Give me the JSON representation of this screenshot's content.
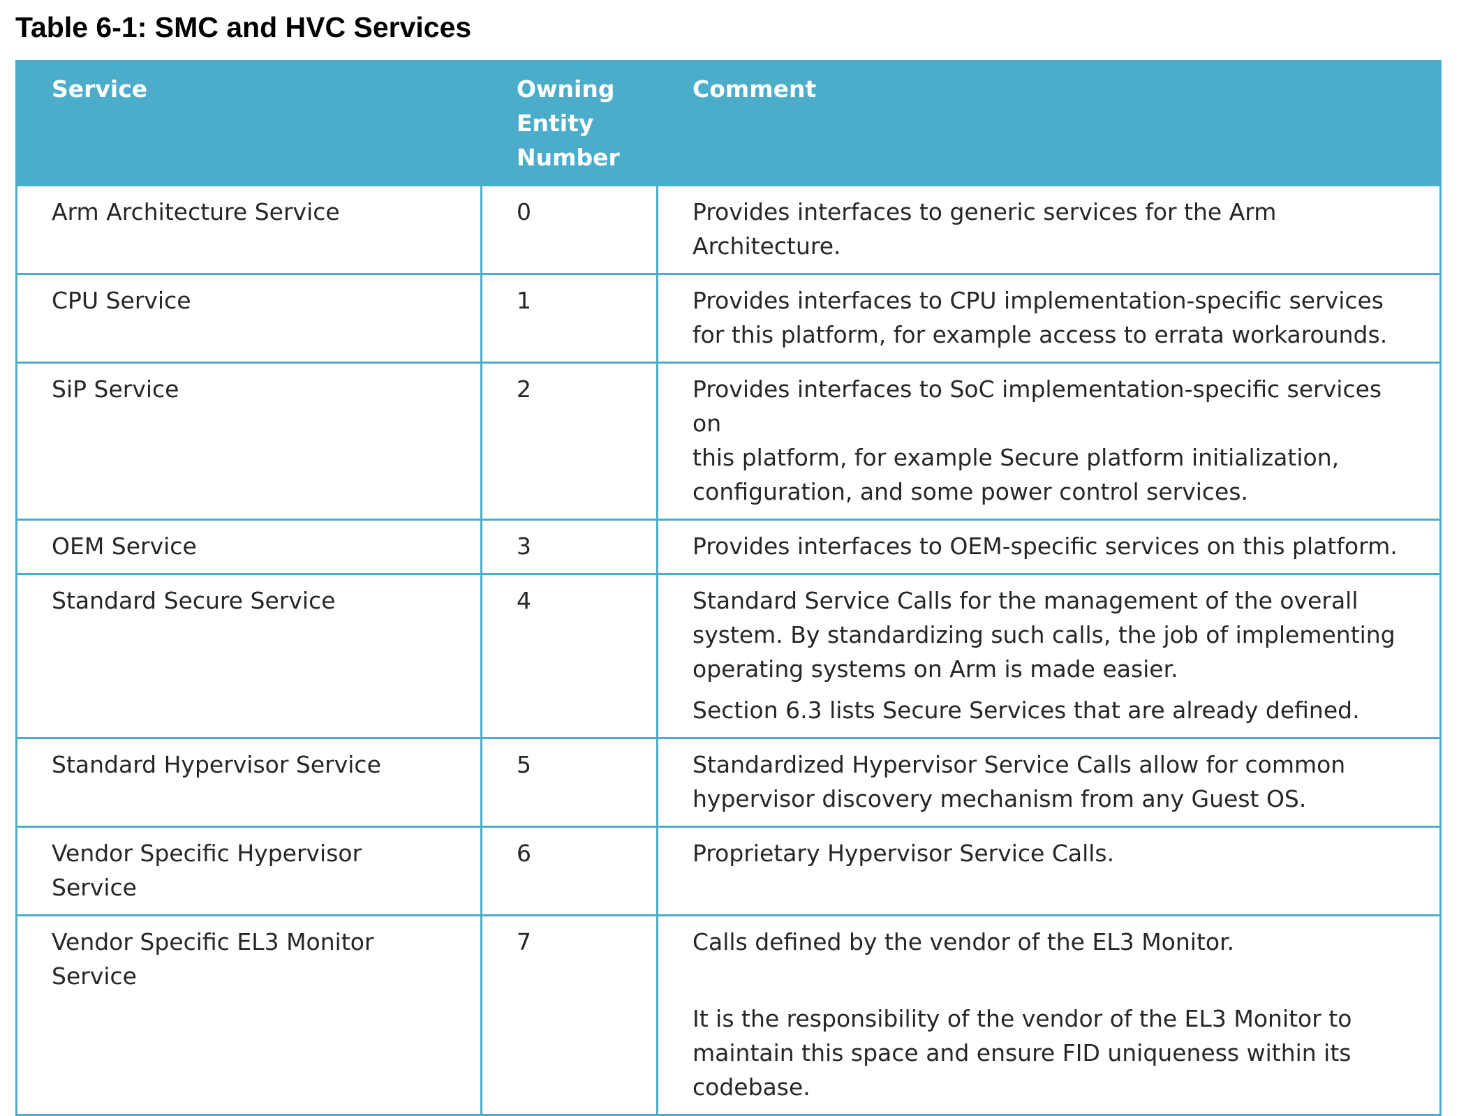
{
  "title": "Table 6-1: SMC and HVC Services",
  "table": {
    "headers": {
      "service": "Service",
      "owner": [
        "Owning",
        "Entity",
        "Number"
      ],
      "comment": "Comment"
    },
    "rows": [
      {
        "service": [
          "Arm Architecture Service"
        ],
        "owner": "0",
        "comment": [
          [
            "Provides interfaces to generic services for the Arm",
            "Architecture."
          ]
        ]
      },
      {
        "service": [
          "CPU Service"
        ],
        "owner": "1",
        "comment": [
          [
            "Provides interfaces to CPU implementation-specific services",
            "for this platform, for example access to errata workarounds."
          ]
        ]
      },
      {
        "service": [
          "SiP Service"
        ],
        "owner": "2",
        "comment": [
          [
            "Provides interfaces to SoC implementation-specific services on",
            "this platform, for example Secure platform initialization,",
            "configuration, and some power control services."
          ]
        ]
      },
      {
        "service": [
          "OEM Service"
        ],
        "owner": "3",
        "comment": [
          [
            "Provides interfaces to OEM-specific services on this platform."
          ]
        ]
      },
      {
        "service": [
          "Standard Secure Service"
        ],
        "owner": "4",
        "comment": [
          [
            "Standard Service Calls for the management of the overall",
            "system. By standardizing such calls, the job of implementing",
            "operating systems on Arm is made easier."
          ],
          [
            "Section 6.3 lists Secure Services that are already defined."
          ]
        ]
      },
      {
        "service": [
          "Standard Hypervisor Service"
        ],
        "owner": "5",
        "comment": [
          [
            "Standardized Hypervisor Service Calls allow for common",
            "hypervisor discovery mechanism from any Guest OS."
          ]
        ]
      },
      {
        "service": [
          "Vendor Specific Hypervisor Service"
        ],
        "owner": "6",
        "comment": [
          [
            "Proprietary Hypervisor Service Calls."
          ]
        ]
      },
      {
        "service": [
          "Vendor Specific EL3 Monitor",
          "Service"
        ],
        "owner": "7",
        "comment": [
          [
            "Calls defined by the vendor of the EL3 Monitor."
          ],
          [
            "It is the responsibility of the vendor of the EL3 Monitor to",
            "maintain this space and ensure FID uniqueness within its",
            "codebase."
          ]
        ]
      }
    ]
  }
}
